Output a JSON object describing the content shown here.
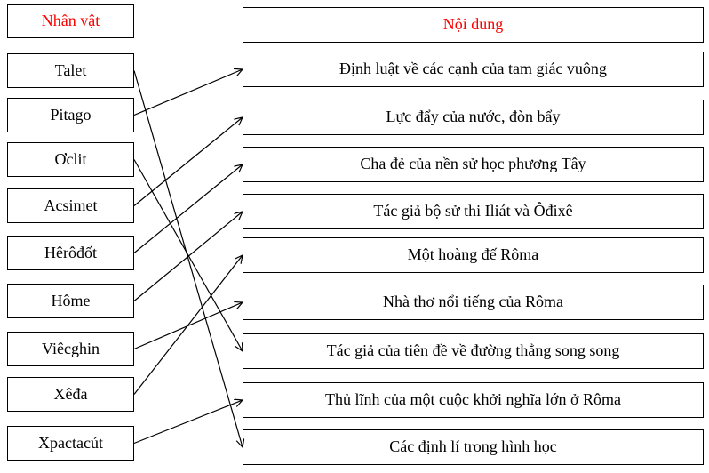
{
  "colors": {
    "header_text": "#fe0000",
    "body_text": "#000000",
    "border": "#000000",
    "arrow": "#000000",
    "background": "#ffffff"
  },
  "left_column": {
    "header": "Nhân vật",
    "items": [
      {
        "label": "Talet"
      },
      {
        "label": "Pitago"
      },
      {
        "label": "Ơclit"
      },
      {
        "label": "Acsimet"
      },
      {
        "label": "Hêrôđốt"
      },
      {
        "label": "Hôme"
      },
      {
        "label": "Viêcghin"
      },
      {
        "label": "Xêđa"
      },
      {
        "label": "Xpactacút"
      }
    ]
  },
  "right_column": {
    "header": "Nội dung",
    "items": [
      {
        "label": "Định luật về các cạnh của tam giác vuông"
      },
      {
        "label": "Lực đẩy của nước, đòn bẩy"
      },
      {
        "label": "Cha đẻ của nền sử học phương Tây"
      },
      {
        "label": "Tác giả bộ sử thi Iliát và Ôđixê"
      },
      {
        "label": "Một hoàng đế Rôma"
      },
      {
        "label": "Nhà thơ nổi tiếng của Rôma"
      },
      {
        "label": "Tác giả của tiên đề về đường thẳng song song"
      },
      {
        "label": "Thủ lĩnh của một cuộc khởi nghĩa lớn ở Rôma"
      },
      {
        "label": "Các định lí trong hình học"
      }
    ]
  },
  "connections": [
    {
      "from": 0,
      "to": 8
    },
    {
      "from": 1,
      "to": 0
    },
    {
      "from": 2,
      "to": 6
    },
    {
      "from": 3,
      "to": 1
    },
    {
      "from": 4,
      "to": 2
    },
    {
      "from": 5,
      "to": 3
    },
    {
      "from": 6,
      "to": 5
    },
    {
      "from": 7,
      "to": 4
    },
    {
      "from": 8,
      "to": 7
    }
  ]
}
